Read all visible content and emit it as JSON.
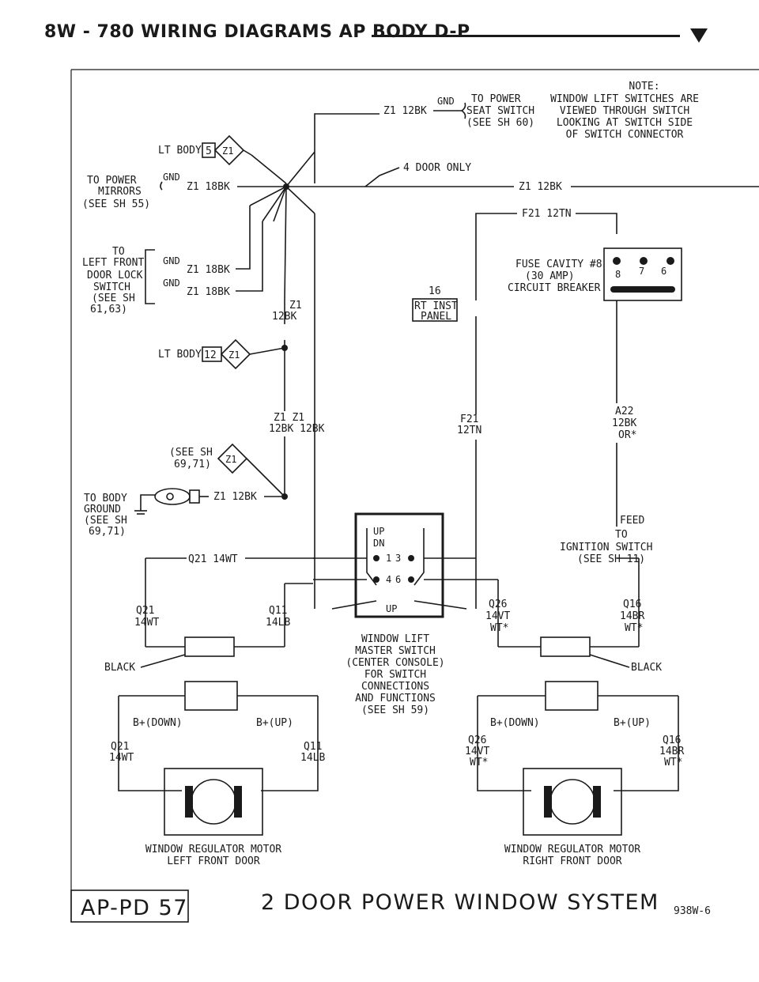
{
  "header": {
    "title": "8W - 780   WIRING DIAGRAMS AP BODY D-P"
  },
  "note": {
    "l1": "NOTE:",
    "l2": "WINDOW LIFT SWITCHES ARE",
    "l3": "VIEWED THROUGH SWITCH",
    "l4": "LOOKING AT SWITCH SIDE",
    "l5": "OF SWITCH CONNECTOR"
  },
  "top": {
    "z1_12bk": "Z1 12BK",
    "gnd": "GND",
    "seat_l1": "TO POWER",
    "seat_l2": "SEAT SWITCH",
    "seat_l3": "(SEE SH 60)",
    "four_door": "4 DOOR ONLY",
    "lt_body": "LT BODY",
    "lt_body_num": "5",
    "z1": "Z1",
    "mirror_l1": "TO POWER",
    "mirror_l2": "MIRRORS",
    "mirror_l3": "(SEE SH 55)",
    "mirror_wire": "Z1 18BK",
    "z1_12bk_right": "Z1 12BK"
  },
  "left": {
    "door_l1": "TO",
    "door_l2": "LEFT FRONT",
    "door_l3": "DOOR LOCK",
    "door_l4": "SWITCH",
    "door_l5": "(SEE SH",
    "door_l6": "61,63)",
    "gnd": "GND",
    "wire": "Z1 18BK",
    "z1": "Z1",
    "12bk": "12BK",
    "lt_body": "LT BODY",
    "lt_body_num": "12",
    "z1_tag": "Z1",
    "zz_1": "Z1  Z1",
    "zz_2": "12BK 12BK",
    "see_l1": "(SEE SH",
    "see_l2": "69,71)",
    "gnd_l1": "TO BODY",
    "gnd_l2": "GROUND",
    "gnd_l3": "(SEE SH",
    "gnd_l4": "69,71)",
    "gnd_wire": "Z1 12BK"
  },
  "right": {
    "f21_12tn": "F21 12TN",
    "fuse_l1": "FUSE CAVITY #8",
    "fuse_l2": "(30 AMP)",
    "fuse_l3": "CIRCUIT BREAKER",
    "cb_8": "8",
    "cb_7": "7",
    "cb_6": "6",
    "conn_num": "16",
    "rt_inst_1": "RT INST",
    "rt_inst_2": "PANEL",
    "f21": "F21",
    "12tn": "12TN",
    "a22": "A22",
    "a22_g": "12BK",
    "a22_or": "OR*",
    "feed": "FEED",
    "feed_l2": "TO",
    "feed_l3": "IGNITION SWITCH",
    "feed_l4": "(SEE SH 11)"
  },
  "switch": {
    "up": "UP",
    "dn": "DN",
    "p1": "1",
    "p3": "3",
    "p4": "4",
    "p6": "6",
    "up2": "UP",
    "q21_wire": "Q21 14WT",
    "label_l1": "WINDOW LIFT",
    "label_l2": "MASTER SWITCH",
    "label_l3": "(CENTER CONSOLE)",
    "label_l4": "FOR SWITCH",
    "label_l5": "CONNECTIONS",
    "label_l6": "AND FUNCTIONS",
    "label_l7": "(SEE SH 59)"
  },
  "motor_left": {
    "q21": "Q21",
    "14wt": "14WT",
    "q11": "Q11",
    "14lb": "14LB",
    "black": "BLACK",
    "down": "B+(DOWN)",
    "up": "B+(UP)",
    "q21b": "Q21",
    "14wtb": "14WT",
    "q11b": "Q11",
    "14lbb": "14LB",
    "label_l1": "WINDOW REGULATOR MOTOR",
    "label_l2": "LEFT FRONT DOOR"
  },
  "motor_right": {
    "q26": "Q26",
    "14vt": "14VT",
    "wt": "WT*",
    "q16": "Q16",
    "14br": "14BR",
    "wt2": "WT*",
    "black": "BLACK",
    "down": "B+(DOWN)",
    "up": "B+(UP)",
    "q26b": "Q26",
    "14vtb": "14VT",
    "wtb": "WT*",
    "q16b": "Q16",
    "14brb": "14BR",
    "wt2b": "WT*",
    "label_l1": "WINDOW REGULATOR MOTOR",
    "label_l2": "RIGHT FRONT DOOR"
  },
  "footer": {
    "page_code": "AP-PD 57",
    "title": "2 DOOR POWER WINDOW SYSTEM",
    "ref": "938W-6"
  }
}
